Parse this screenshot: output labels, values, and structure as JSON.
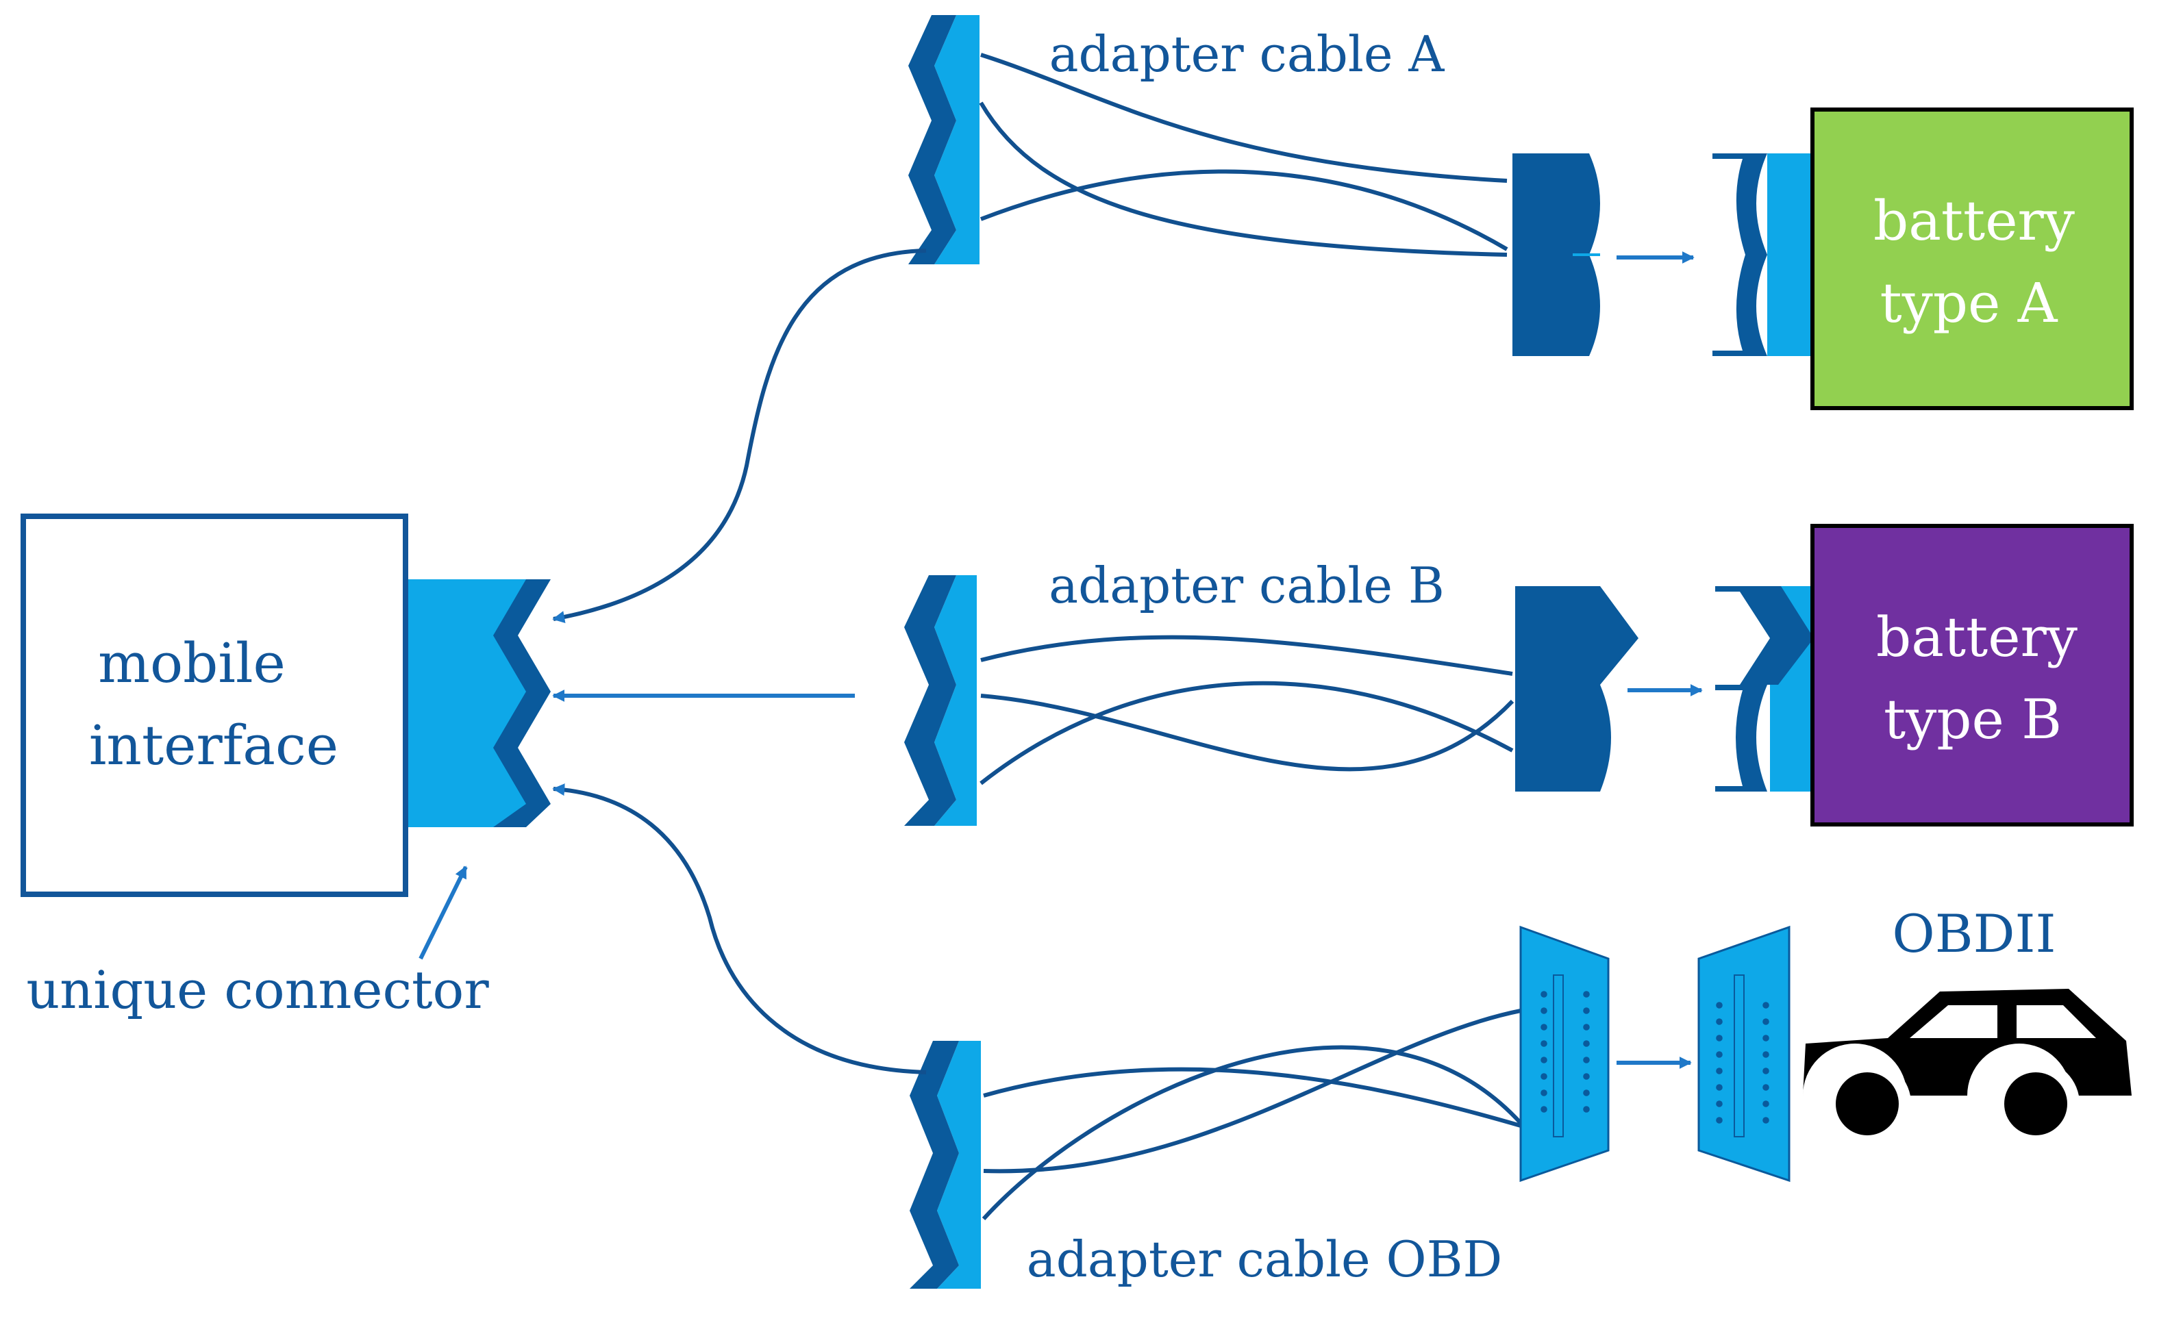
{
  "colors": {
    "dark_blue": "#0a5a9c",
    "light_blue": "#0ea8e8",
    "line_blue": "#11508f",
    "arrow_blue": "#1f78c8",
    "text_blue": "#12569a",
    "green": "#92d050",
    "purple": "#7030a0",
    "black": "#000000",
    "white": "#ffffff"
  },
  "labels": {
    "mobile_interface_line1": "mobile",
    "mobile_interface_line2": "interface",
    "unique_connector": "unique connector",
    "adapter_cable_a": "adapter cable A",
    "adapter_cable_b": "adapter cable B",
    "adapter_cable_obd": "adapter cable OBD",
    "battery_a_line1": "battery",
    "battery_a_line2": "type A",
    "battery_b_line1": "battery",
    "battery_b_line2": "type B",
    "obdii": "OBDII"
  },
  "icons": {
    "car": "car-icon"
  }
}
